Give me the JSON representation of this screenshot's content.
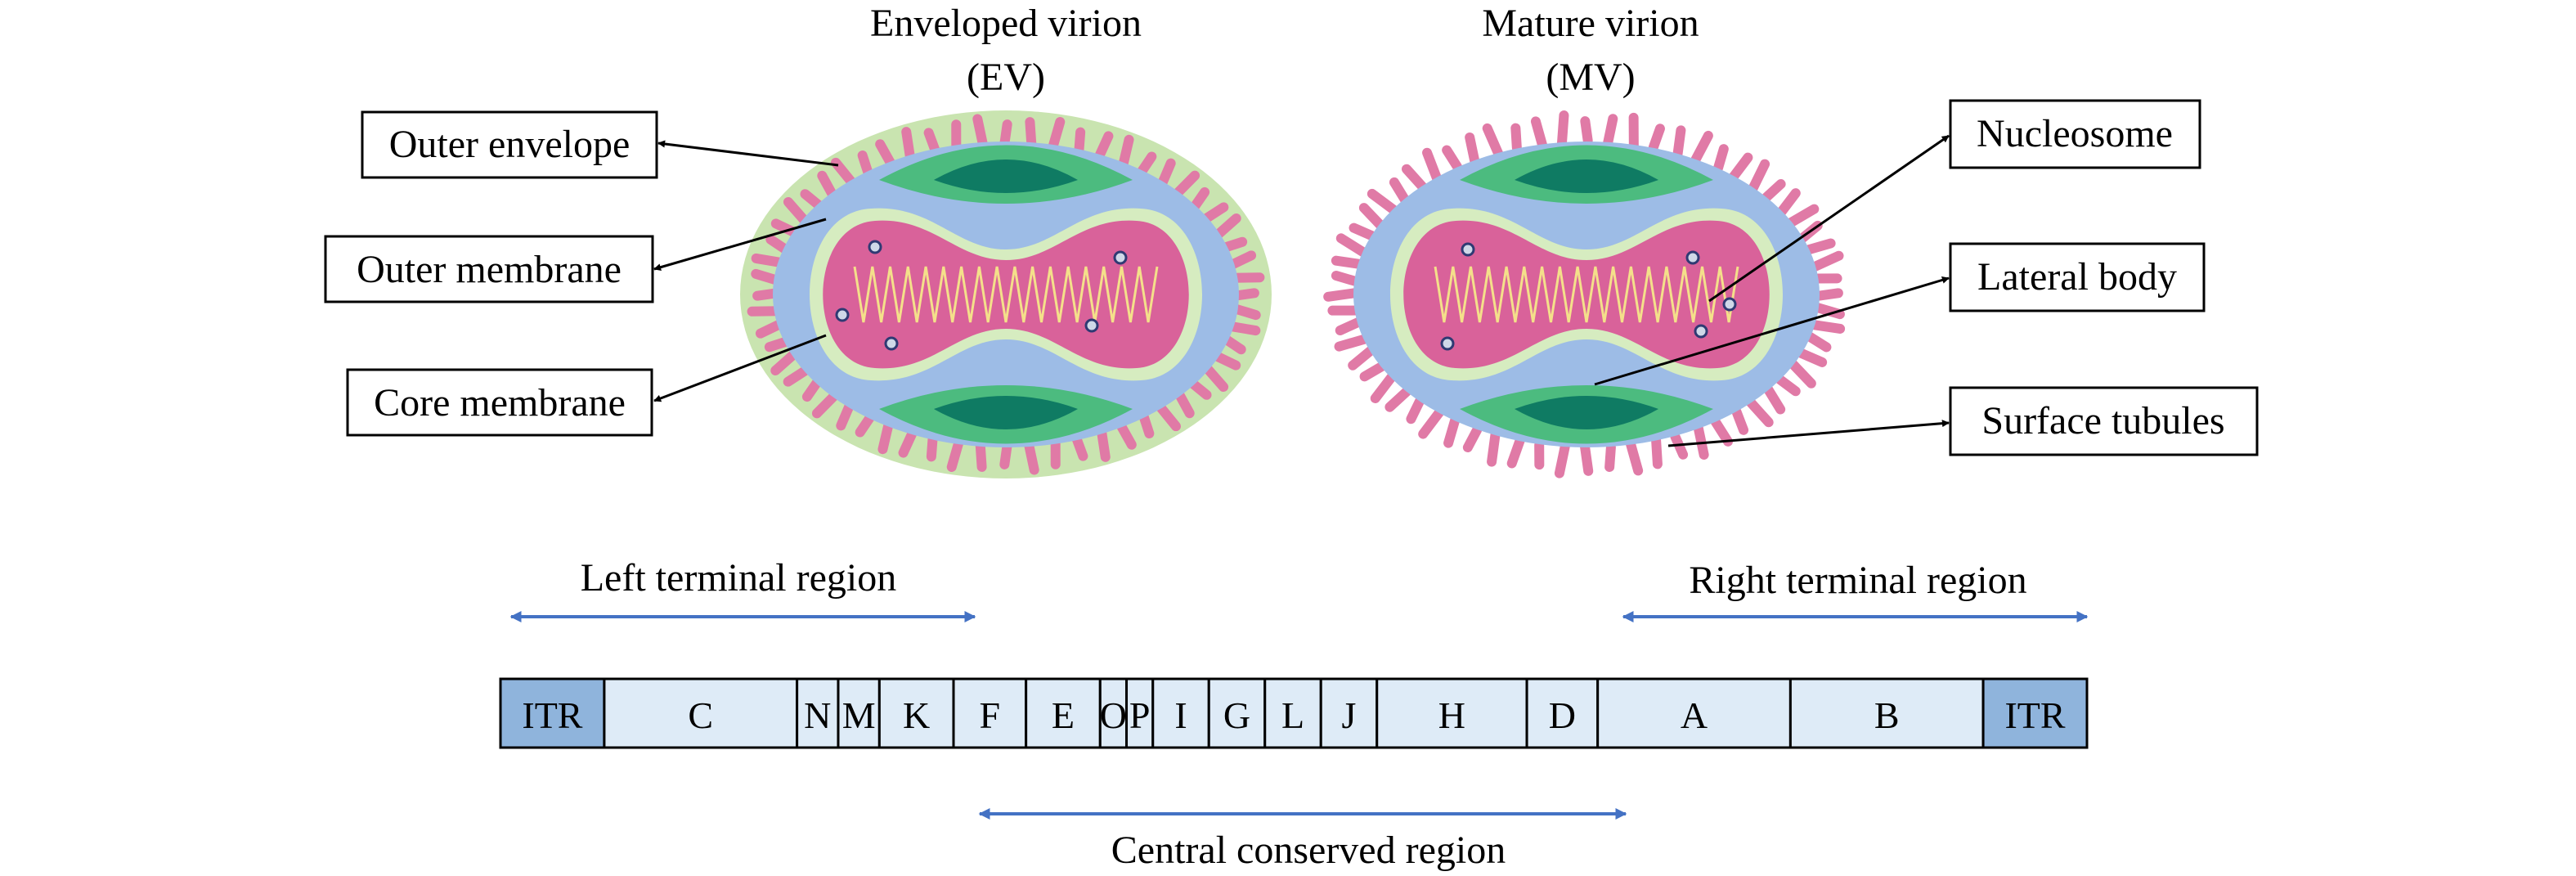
{
  "virions": [
    {
      "name": "Enveloped virion",
      "abbr": "(EV)"
    },
    {
      "name": "Mature virion",
      "abbr": "(MV)"
    }
  ],
  "labels_left": [
    "Outer envelope",
    "Outer membrane",
    "Core membrane"
  ],
  "labels_right": [
    "Nucleosome",
    "Lateral body",
    "Surface tubules"
  ],
  "regions": {
    "left": "Left terminal region",
    "right": "Right terminal region",
    "central": "Central conserved region"
  },
  "genome_segments": [
    {
      "label": "ITR",
      "itr": true
    },
    {
      "label": "C"
    },
    {
      "label": "N"
    },
    {
      "label": "M"
    },
    {
      "label": "K"
    },
    {
      "label": "F"
    },
    {
      "label": "E"
    },
    {
      "label": "O"
    },
    {
      "label": "P"
    },
    {
      "label": "I"
    },
    {
      "label": "G"
    },
    {
      "label": "L"
    },
    {
      "label": "J"
    },
    {
      "label": "H"
    },
    {
      "label": "D"
    },
    {
      "label": "A"
    },
    {
      "label": "B"
    },
    {
      "label": "ITR",
      "itr": true
    }
  ],
  "colors": {
    "itr": "#8fb4dc",
    "segment": "#deebf7",
    "region_arrow": "#4472c4",
    "envelope": "#c9e4b0",
    "tubules": "#e07aa6",
    "matrix": "#9dbce6",
    "lateral_outer": "#4cbb7f",
    "lateral_inner": "#0f7b63",
    "core_membrane": "#d6ecc0",
    "core": "#d9629a",
    "dna": "#f4e08a"
  }
}
